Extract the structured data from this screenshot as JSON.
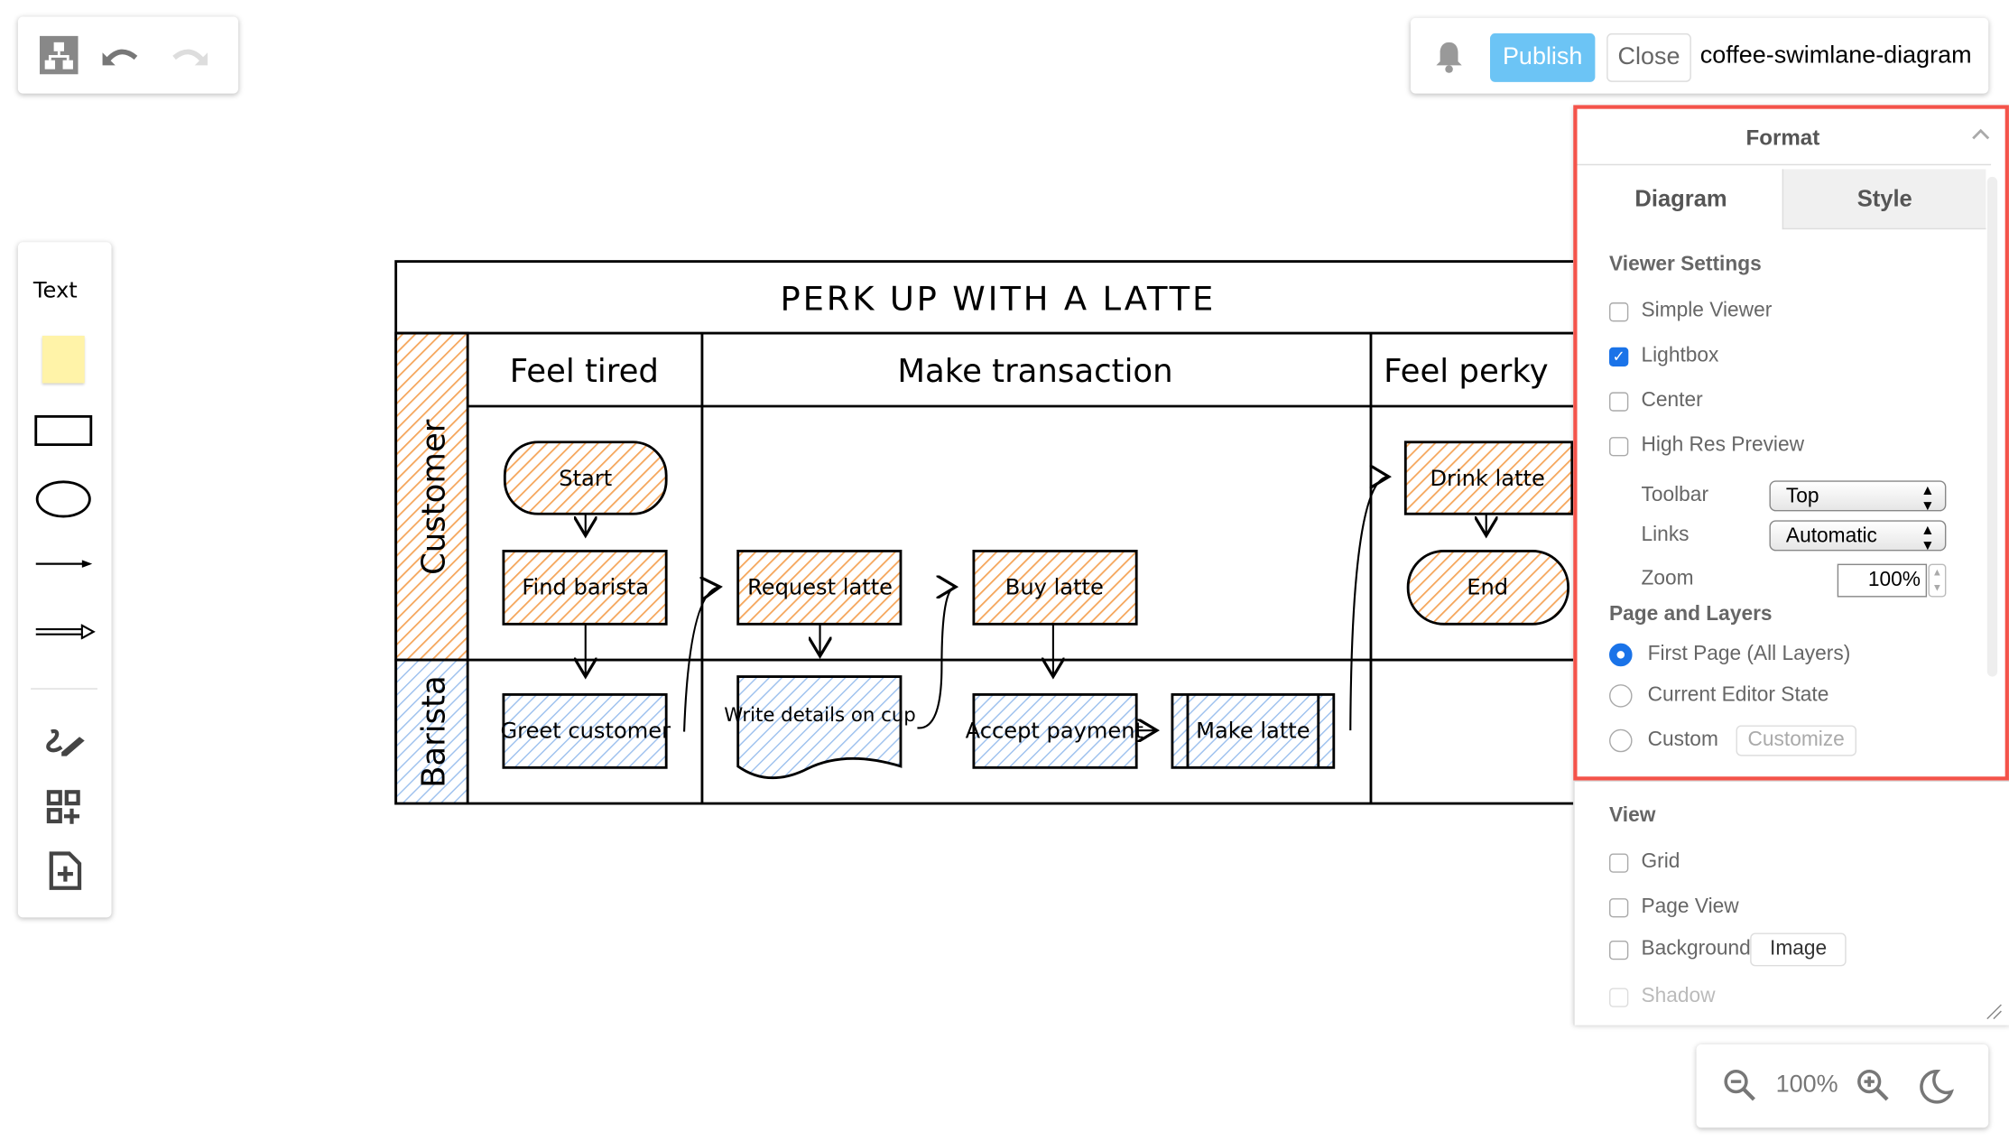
{
  "toolbar_left": {
    "icons": [
      "diagram-icon",
      "undo-icon",
      "redo-icon"
    ]
  },
  "toolbar_right": {
    "publish": "Publish",
    "close": "Close",
    "filename": "coffee-swimlane-diagram",
    "icons": [
      "bell-icon"
    ]
  },
  "shapes_panel": {
    "text_label": "Text",
    "items": [
      "sticky-note",
      "rectangle",
      "ellipse",
      "line-arrow",
      "double-arrow"
    ],
    "icons": [
      "freehand-icon",
      "add-shapes-icon",
      "add-page-icon"
    ]
  },
  "diagram": {
    "title": "PERK UP WITH A LATTE",
    "lanes": [
      "Customer",
      "Barista"
    ],
    "phases": [
      "Feel tired",
      "Make transaction",
      "Feel perky"
    ],
    "nodes": {
      "start": "Start",
      "find_barista": "Find barista",
      "greet": "Greet customer",
      "request": "Request latte",
      "write": "Write details on cup",
      "buy": "Buy latte",
      "accept": "Accept payment",
      "make": "Make latte",
      "drink": "Drink latte",
      "end": "End"
    },
    "colors": {
      "customer_fill": "#f5a55a",
      "barista_fill": "#7eaee8"
    }
  },
  "format_panel": {
    "title": "Format",
    "tabs": [
      {
        "label": "Diagram",
        "active": true
      },
      {
        "label": "Style",
        "active": false
      }
    ],
    "viewer_settings": {
      "heading": "Viewer Settings",
      "options": [
        {
          "label": "Simple Viewer",
          "checked": false
        },
        {
          "label": "Lightbox",
          "checked": true
        },
        {
          "label": "Center",
          "checked": false
        },
        {
          "label": "High Res Preview",
          "checked": false
        }
      ],
      "toolbar_label": "Toolbar",
      "toolbar_value": "Top",
      "links_label": "Links",
      "links_value": "Automatic",
      "zoom_label": "Zoom",
      "zoom_value": "100%"
    },
    "page_layers": {
      "heading": "Page and Layers",
      "options": [
        {
          "label": "First Page (All Layers)",
          "selected": true
        },
        {
          "label": "Current Editor State",
          "selected": false
        },
        {
          "label": "Custom",
          "selected": false
        }
      ],
      "customize": "Customize"
    },
    "view": {
      "heading": "View",
      "options": [
        {
          "label": "Grid",
          "checked": false
        },
        {
          "label": "Page View",
          "checked": false
        },
        {
          "label": "Background",
          "checked": false
        },
        {
          "label": "Shadow",
          "checked": false
        }
      ],
      "image_button": "Image"
    },
    "highlight_color": "#f4534a"
  },
  "zoom_bar": {
    "value": "100%",
    "icons": [
      "zoom-out-icon",
      "zoom-in-icon",
      "dark-mode-icon"
    ]
  }
}
